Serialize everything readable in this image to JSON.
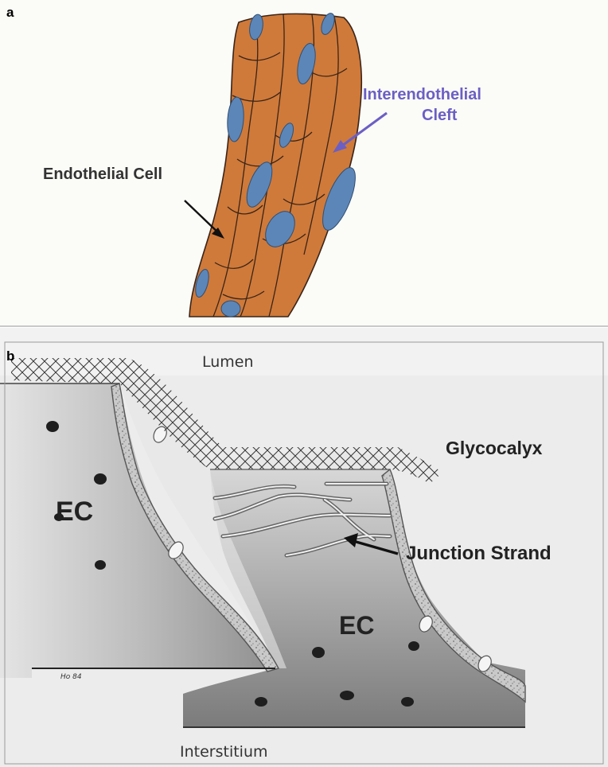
{
  "panel_a": {
    "letter": "a",
    "label_endothelial_cell": "Endothelial Cell",
    "label_cleft_line1": "Interendothelial",
    "label_cleft_line2": "Cleft",
    "colors": {
      "cell": "#cf7a3a",
      "nucleus": "#5d86b8",
      "cleft_label": "#6b5fc4",
      "outline": "#3a2418"
    }
  },
  "panel_b": {
    "letter": "b",
    "label_lumen": "Lumen",
    "label_glycocalyx": "Glycocalyx",
    "label_ec_left": "EC",
    "label_ec_right": "EC",
    "label_junction_strand": "Junction Strand",
    "label_interstitium": "Interstitium",
    "artist_mark": "Ho 84"
  }
}
